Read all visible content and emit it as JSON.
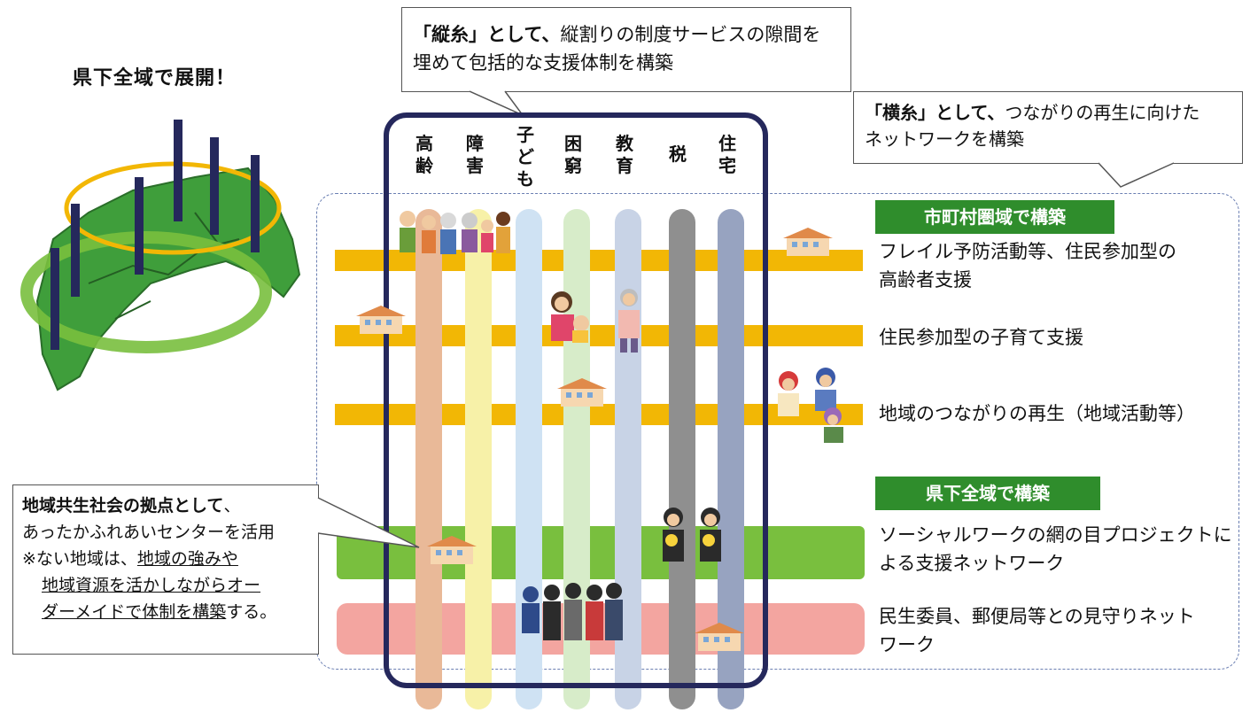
{
  "title": "県下全域で展開！",
  "callout_vertical": {
    "bold": "「縦糸」として、",
    "text1": "縦割りの制度サービスの隙間を",
    "text2": "埋めて包括的な支援体制を構築"
  },
  "callout_horizontal": {
    "bold": "「横糸」として、",
    "text1": "つながりの再生に向けた",
    "text2": "ネットワークを構築"
  },
  "callout_center": {
    "bold": "地域共生社会の拠点として",
    "suffix": "、",
    "line2": "あったかふれあいセンターを活用",
    "line3_prefix": "※ない地域は、",
    "line3_u": "地域の強みや",
    "line4_u": "地域資源を活かしながらオー",
    "line5_u": "ダーメイドで体制を構築",
    "line5_suffix": "する。"
  },
  "columns": [
    "高齢",
    "障害",
    "子ども",
    "困窮",
    "教育",
    "税",
    "住宅"
  ],
  "tags": {
    "municipal": "市町村圏域で構築",
    "prefecture": "県下全域で構築"
  },
  "rows": {
    "r1a": "フレイル予防活動等、住民参加型の",
    "r1b": "高齢者支援",
    "r2": "住民参加型の子育て支援",
    "r3": "地域のつながりの再生（地域活動等）",
    "r4a": "ソーシャルワークの網の目プロジェクトに",
    "r4b": "よる支援ネットワーク",
    "r5a": "民生委員、郵便局等との見守りネット",
    "r5b": "ワーク"
  },
  "colors": {
    "navy": "#25285c",
    "yellow_band": "#f2b705",
    "green_band": "#79bf3e",
    "pink_band": "#f3a5a0",
    "tag_green": "#2f8d2c",
    "map_green": "#3f9e3b"
  }
}
